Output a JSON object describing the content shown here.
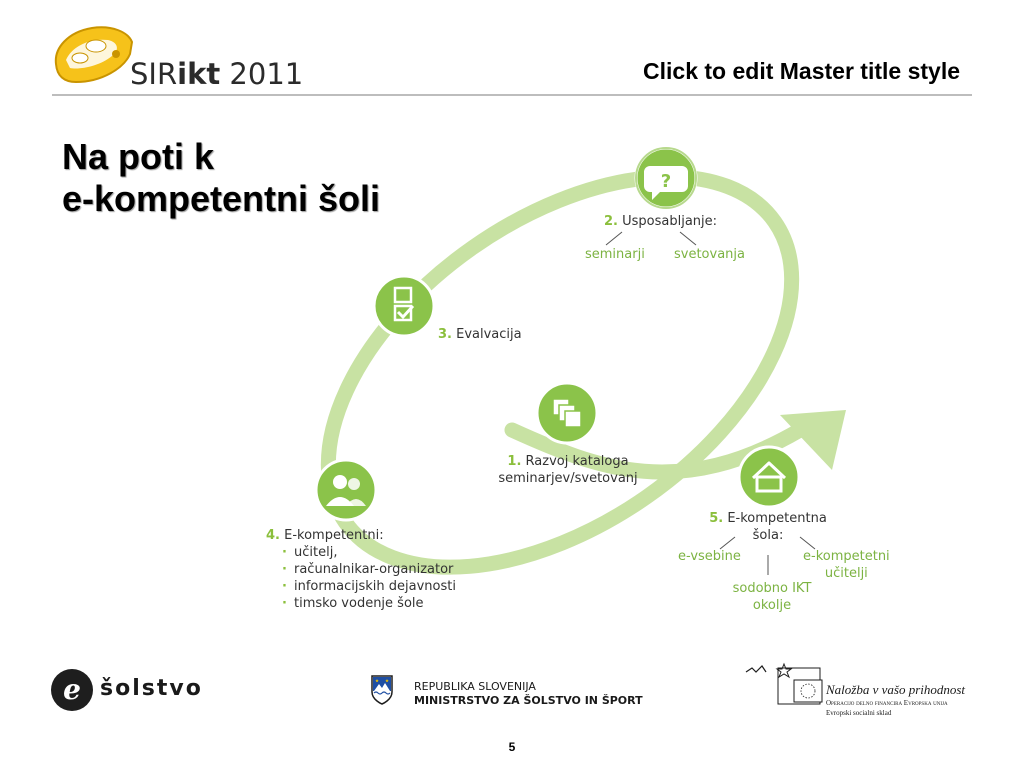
{
  "header": {
    "logo_text_light": "SIR",
    "logo_text_bold": "ikt",
    "logo_year": " 2011",
    "title": "Click to edit Master title style"
  },
  "slide": {
    "title_line1": "Na poti k",
    "title_line2": "e-kompetentni šoli"
  },
  "diagram": {
    "colors": {
      "ring": "#c8e2a3",
      "node": "#8bc34a",
      "node_dark": "#6aa22e",
      "accent_text": "#7cb342"
    },
    "steps": [
      {
        "number": "2.",
        "label": "Usposabljanje:",
        "icon": "question-bubble-icon",
        "subs": [
          "seminarji",
          "svetovanja"
        ]
      },
      {
        "number": "3.",
        "label": "Evalvacija",
        "icon": "checklist-icon"
      },
      {
        "number": "1.",
        "label": "Razvoj kataloga",
        "label2": "seminarjev/svetovanj",
        "icon": "stacked-pages-icon"
      },
      {
        "number": "4.",
        "label": "E-kompetentni:",
        "icon": "people-icon",
        "bullets": [
          "učitelj,",
          "računalnikar-organizator",
          "informacijskih dejavnosti",
          "timsko vodenje šole"
        ]
      },
      {
        "number": "5.",
        "label": "E-kompetentna",
        "label2": "šola:",
        "icon": "house-icon",
        "subs": [
          "e-vsebine",
          "e-kompetetni",
          "učitelji",
          "sodobno IKT",
          "okolje"
        ]
      }
    ]
  },
  "footer": {
    "solstvo_text": "šolstvo",
    "ministry_line1": "REPUBLIKA SLOVENIJA",
    "ministry_line2": "MINISTRSTVO ZA ŠOLSTVO IN ŠPORT",
    "eu_line1": "Naložba v vašo prihodnost",
    "eu_line2": "Operacijo delno financira Evropska unija",
    "eu_line3": "Evropski socialni sklad",
    "page_number": "5"
  }
}
